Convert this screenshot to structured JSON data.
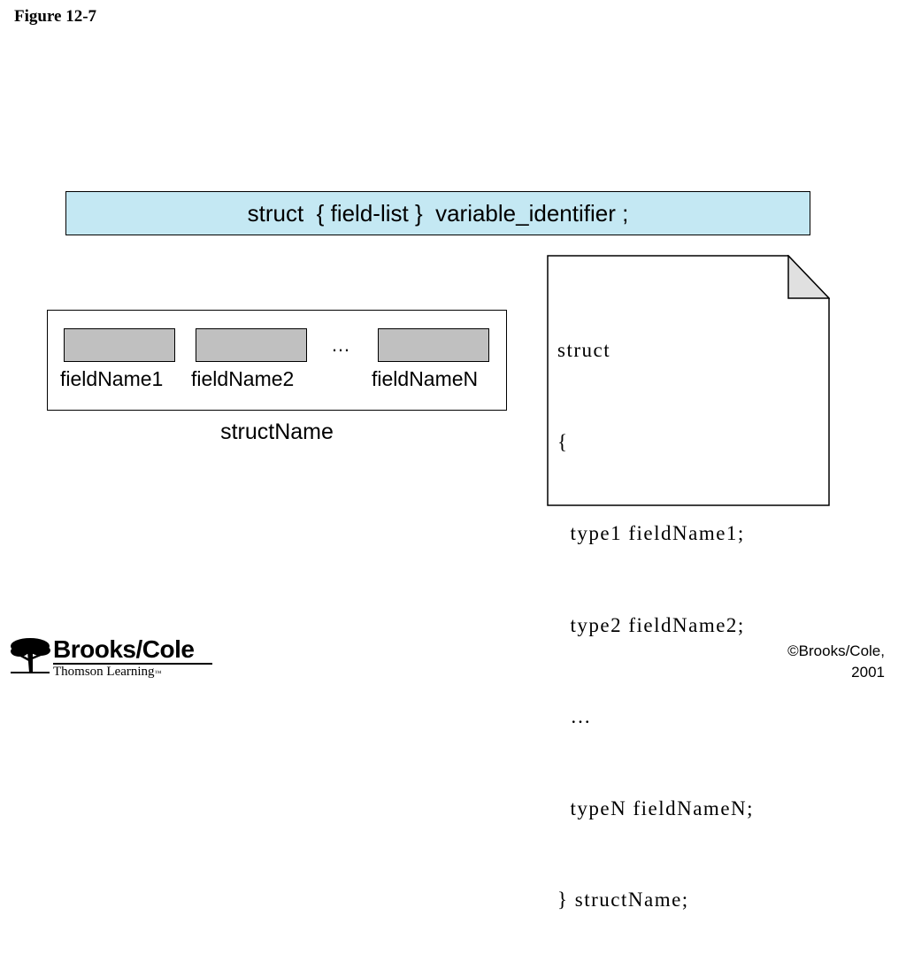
{
  "figure_title": "Figure 12-7",
  "syntax": "struct  { field-list }  variable_identifier ;",
  "diagram": {
    "fields": [
      {
        "label": "fieldName1"
      },
      {
        "label": "fieldName2"
      },
      {
        "label": "fieldNameN"
      }
    ],
    "ellipsis": "…",
    "struct_name": "structName"
  },
  "code_lines": [
    "struct",
    "{",
    "  type1 fieldName1;",
    "  type2 fieldName2;",
    "  …",
    "  typeN fieldNameN;",
    "} structName;"
  ],
  "logo": {
    "brand": "Brooks/Cole",
    "sub": "Thomson Learning",
    "tm": "™"
  },
  "copyright": {
    "line1": "©Brooks/Cole,",
    "line2": "2001"
  },
  "colors": {
    "syntax_bg": "#c4e8f3",
    "field_fill": "#c0c0c0",
    "note_fold": "#e0e0e0"
  }
}
